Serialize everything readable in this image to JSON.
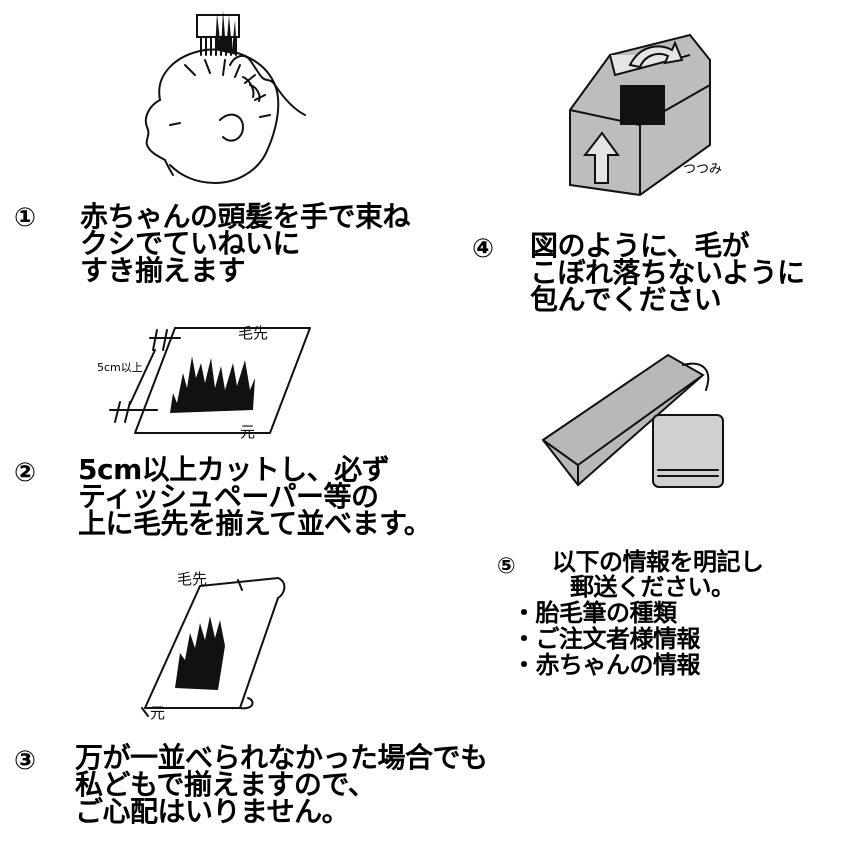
{
  "steps": [
    {
      "number": "①",
      "lines": [
        "赤ちゃんの頭髪を手で束ね",
        "クシでていねいに",
        "すき揃えます"
      ]
    },
    {
      "number": "②",
      "lines": [
        "5cm以上カットし、必ず",
        "ティッシュペーパー等の",
        "上に毛先を揃えて並べます。"
      ]
    },
    {
      "number": "③",
      "lines": [
        "万が一並べられなかった場合でも",
        "私どもで揃えますので、",
        "ご心配はいりません。"
      ]
    },
    {
      "number": "④",
      "lines": [
        "図のように、毛が",
        "こぼれ落ちないように",
        "包んでください"
      ]
    },
    {
      "number": "⑤",
      "lines": [
        "以下の情報を明記し",
        "郵送ください。",
        "・胎毛筆の種類",
        "・ご注文者様情報",
        "・赤ちゃんの情報"
      ]
    }
  ],
  "illustration_labels": {
    "tip": "毛先",
    "root": "元",
    "length": "5cm以上",
    "fold": "つつみ"
  }
}
